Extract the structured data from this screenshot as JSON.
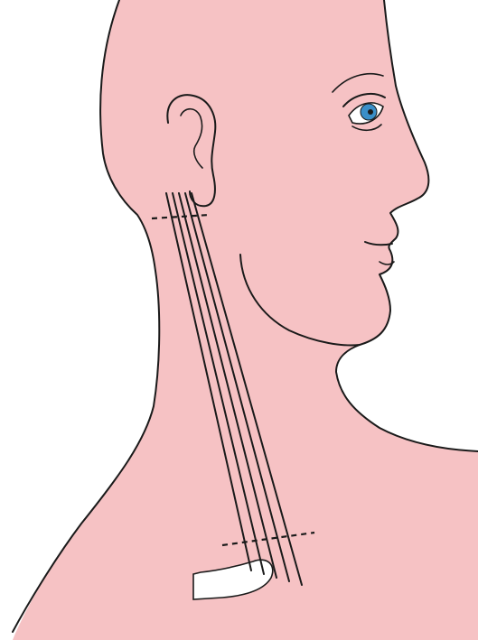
{
  "figure": {
    "subject": "head-and-neck-profile",
    "colors": {
      "skin": "#f6c2c4",
      "outline": "#1a1a1a",
      "iris": "#3a8fc8",
      "background": "#ffffff",
      "field": "#ffffff"
    },
    "field_lines": 5,
    "reference_lines": 2
  }
}
